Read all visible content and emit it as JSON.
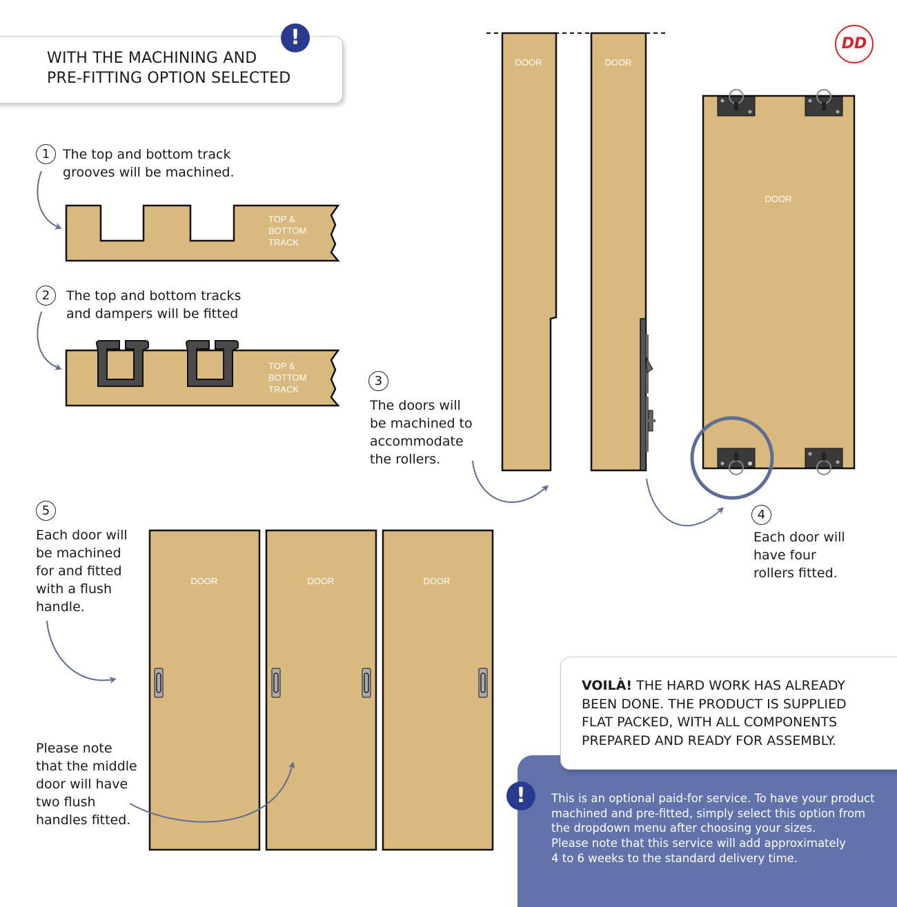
{
  "header": {
    "line1": "WITH THE MACHINING AND",
    "line2": "PRE-FITTING OPTION SELECTED",
    "alert_icon": "!"
  },
  "logo": "DD",
  "steps": [
    {
      "num": "1",
      "lines": [
        "The top and bottom track",
        "grooves will be machined."
      ]
    },
    {
      "num": "2",
      "lines": [
        "The top and bottom tracks",
        "and dampers will be fitted"
      ]
    },
    {
      "num": "3",
      "lines": [
        "The doors will",
        "be machined to",
        "accommodate",
        "the rollers."
      ]
    },
    {
      "num": "4",
      "lines": [
        "Each door will",
        "have four",
        "rollers fitted."
      ]
    },
    {
      "num": "5",
      "lines": [
        "Each door will",
        "be machined",
        "for and fitted",
        "with a flush",
        "handle."
      ]
    }
  ],
  "middle_note": [
    "Please note",
    "that the middle",
    "door will have",
    "two flush",
    "handles fitted."
  ],
  "track_label": [
    "TOP &",
    "BOTTOM",
    "TRACK"
  ],
  "door_label": "DOOR",
  "voila": {
    "bold": "VOILÀ!",
    "rest_line1": " THE HARD WORK HAS ALREADY",
    "line2": "BEEN DONE. THE PRODUCT IS SUPPLIED",
    "line3": "FLAT PACKED, WITH ALL COMPONENTS",
    "line4": "PREPARED AND READY FOR ASSEMBLY."
  },
  "note": {
    "alert_icon": "!",
    "lines": [
      "This is an optional paid-for service. To have your product",
      "machined and pre-fitted, simply select this option from",
      "the dropdown menu after choosing your sizes.",
      "Please note that this service will add approximately",
      "4 to 6 weeks to the standard delivery time."
    ]
  },
  "colors": {
    "wood": "#d9b97e",
    "outline": "#111111",
    "arrow": "#5f6d96",
    "accent": "#2a3b8f",
    "note_bg": "#6273ab",
    "hardware": "#555555",
    "logo": "#d8232a"
  }
}
